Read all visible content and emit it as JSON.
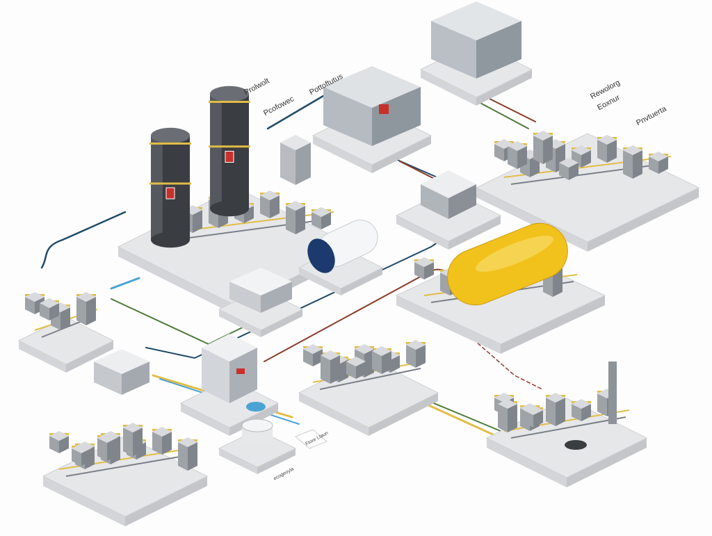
{
  "labels": {
    "tower_top": "Prolwolt",
    "tower_mid": "Pcofowec",
    "container_label": "Pottoftutus",
    "right_plant_top": "Rewolorg",
    "right_plant_sub": "Eoxnur",
    "right_plant_side": "Pnvtuerta",
    "tag_note": "Ftore Ltaun",
    "tank_base": "ecogeoyla"
  },
  "colors": {
    "pipe_navy": "#1f4a66",
    "pipe_green": "#4d7a3a",
    "pipe_brown": "#8a3c2a",
    "pipe_yellow": "#e2bc45",
    "pipe_blue": "#4aa3d4",
    "tank_yellow": "#f2c21c",
    "tank_white": "#f4f6f8",
    "tank_navy": "#1c3a6e",
    "tower_dark": "#3a3d42",
    "slab": "#e6e7e9"
  }
}
